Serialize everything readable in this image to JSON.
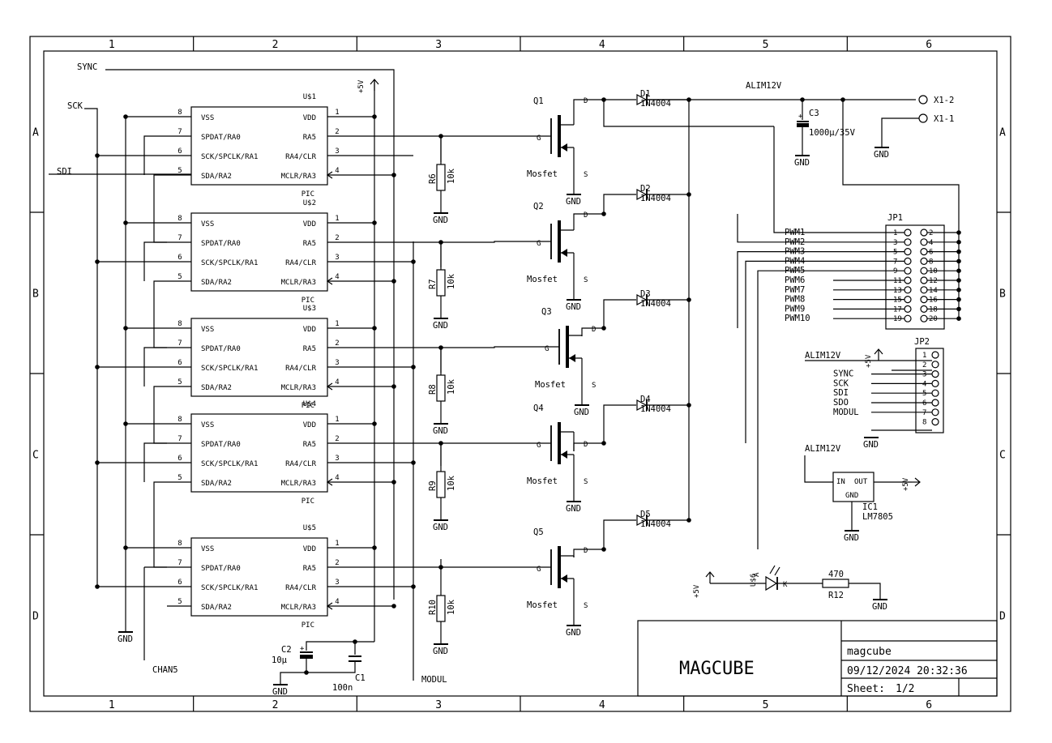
{
  "frame": {
    "columns": [
      "1",
      "2",
      "3",
      "4",
      "5",
      "6"
    ],
    "rows": [
      "A",
      "B",
      "C",
      "D"
    ]
  },
  "title_block": {
    "title": "MAGCUBE",
    "name": "magcube",
    "datetime": "09/12/2024 20:32:36",
    "sheet_label": "Sheet:",
    "sheet_value": "1/2"
  },
  "nets": {
    "sync": "SYNC",
    "sck": "SCK",
    "sdi": "SDI",
    "chan5": "CHAN5",
    "modul": "MODUL",
    "alim": "ALIM12V",
    "vcc": "+5V",
    "gnd": "GND",
    "x1_2": "X1-2",
    "x1_1": "X1-1"
  },
  "pic": {
    "pins_left": [
      {
        "num": "8",
        "name": "VSS"
      },
      {
        "num": "7",
        "name": "SPDAT/RA0"
      },
      {
        "num": "6",
        "name": "SCK/SPCLK/RA1"
      },
      {
        "num": "5",
        "name": "SDA/RA2"
      }
    ],
    "pins_right": [
      {
        "num": "1",
        "name": "VDD"
      },
      {
        "num": "2",
        "name": "RA5"
      },
      {
        "num": "3",
        "name": "RA4/CLR"
      },
      {
        "num": "4",
        "name": "MCLR/RA3"
      }
    ],
    "value": "PIC",
    "units": [
      "U$1",
      "U$2",
      "U$3",
      "U$4",
      "U$5"
    ],
    "overlap_label": "U$6"
  },
  "channels": [
    {
      "q": "Q1",
      "r": "R6",
      "d": "D1"
    },
    {
      "q": "Q2",
      "r": "R7",
      "d": "D2"
    },
    {
      "q": "Q3",
      "r": "R8",
      "d": "D3"
    },
    {
      "q": "Q4",
      "r": "R9",
      "d": "D4"
    },
    {
      "q": "Q5",
      "r": "R10",
      "d": "D5"
    }
  ],
  "parts": {
    "resistor_value": "10k",
    "diode_value": "1N4004",
    "mosfet_value": "Mosfet",
    "gate": "G",
    "drain": "D",
    "source": "S"
  },
  "caps": {
    "c3": "C3",
    "c3_value": "1000µ/35V",
    "c2": "C2",
    "c2_value": "10µ",
    "c1": "C1",
    "c1_value": "100n",
    "plus": "+"
  },
  "jp1": {
    "name": "JP1",
    "pins_odd": [
      "1",
      "3",
      "5",
      "7",
      "9",
      "11",
      "13",
      "15",
      "17",
      "19"
    ],
    "pins_even": [
      "2",
      "4",
      "6",
      "8",
      "10",
      "12",
      "14",
      "16",
      "18",
      "20"
    ],
    "labels": [
      "PWM1",
      "PWM2",
      "PWM3",
      "PWM4",
      "PWM5",
      "PWM6",
      "PWM7",
      "PWM8",
      "PWM9",
      "PWM10"
    ]
  },
  "jp2": {
    "name": "JP2",
    "pins": [
      "1",
      "2",
      "3",
      "4",
      "5",
      "6",
      "7",
      "8"
    ],
    "labels": [
      "",
      "",
      "SYNC",
      "SCK",
      "SDI",
      "SDO",
      "MODUL",
      ""
    ]
  },
  "ic1": {
    "name": "IC1",
    "value": "LM7805",
    "in": "IN",
    "out": "OUT",
    "gnd": "GND"
  },
  "led": {
    "name": "U$6",
    "k": "K",
    "a": "A",
    "r": "R12",
    "r_value": "470"
  }
}
